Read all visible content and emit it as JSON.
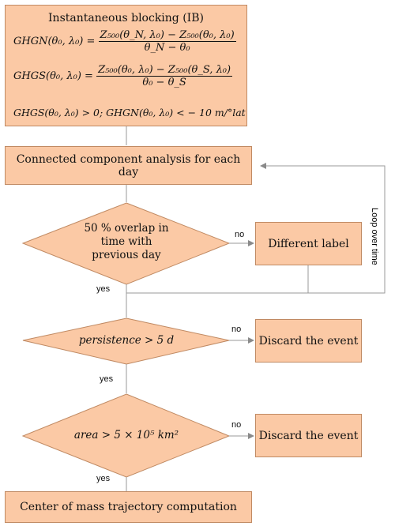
{
  "ib_box": {
    "title": "Instantaneous blocking (IB)",
    "eq1_lhs": "GHGN(θ₀, λ₀) =",
    "eq1_num": "Z₅₀₀(θ_N, λ₀) − Z₅₀₀(θ₀, λ₀)",
    "eq1_den": "θ_N − θ₀",
    "eq2_lhs": "GHGS(θ₀, λ₀) =",
    "eq2_num": "Z₅₀₀(θ₀, λ₀) − Z₅₀₀(θ_S, λ₀)",
    "eq2_den": "θ₀ − θ_S",
    "condition": "GHGS(θ₀, λ₀) > 0; GHGN(θ₀, λ₀) < − 10 m/°lat"
  },
  "cca_box": {
    "label": "Connected component analysis for each day"
  },
  "decision1": {
    "line1": "50 % overlap in",
    "line2": "time with",
    "line3": "previous day"
  },
  "diff_label_box": {
    "label": "Different label"
  },
  "decision2": {
    "label": "persistence > 5 d"
  },
  "discard1": {
    "label": "Discard the event"
  },
  "decision3": {
    "label": "area > 5 × 10⁵ km²"
  },
  "discard2": {
    "label": "Discard the event"
  },
  "com_box": {
    "label": "Center of mass trajectory computation"
  },
  "edge_labels": {
    "no1": "no",
    "yes1": "yes",
    "no2": "no",
    "yes2": "yes",
    "no3": "no",
    "yes3": "yes",
    "loop": "Loop over time"
  },
  "colors": {
    "fill": "#fbc9a5",
    "border": "#c08a63",
    "line": "#9a9a9a"
  }
}
